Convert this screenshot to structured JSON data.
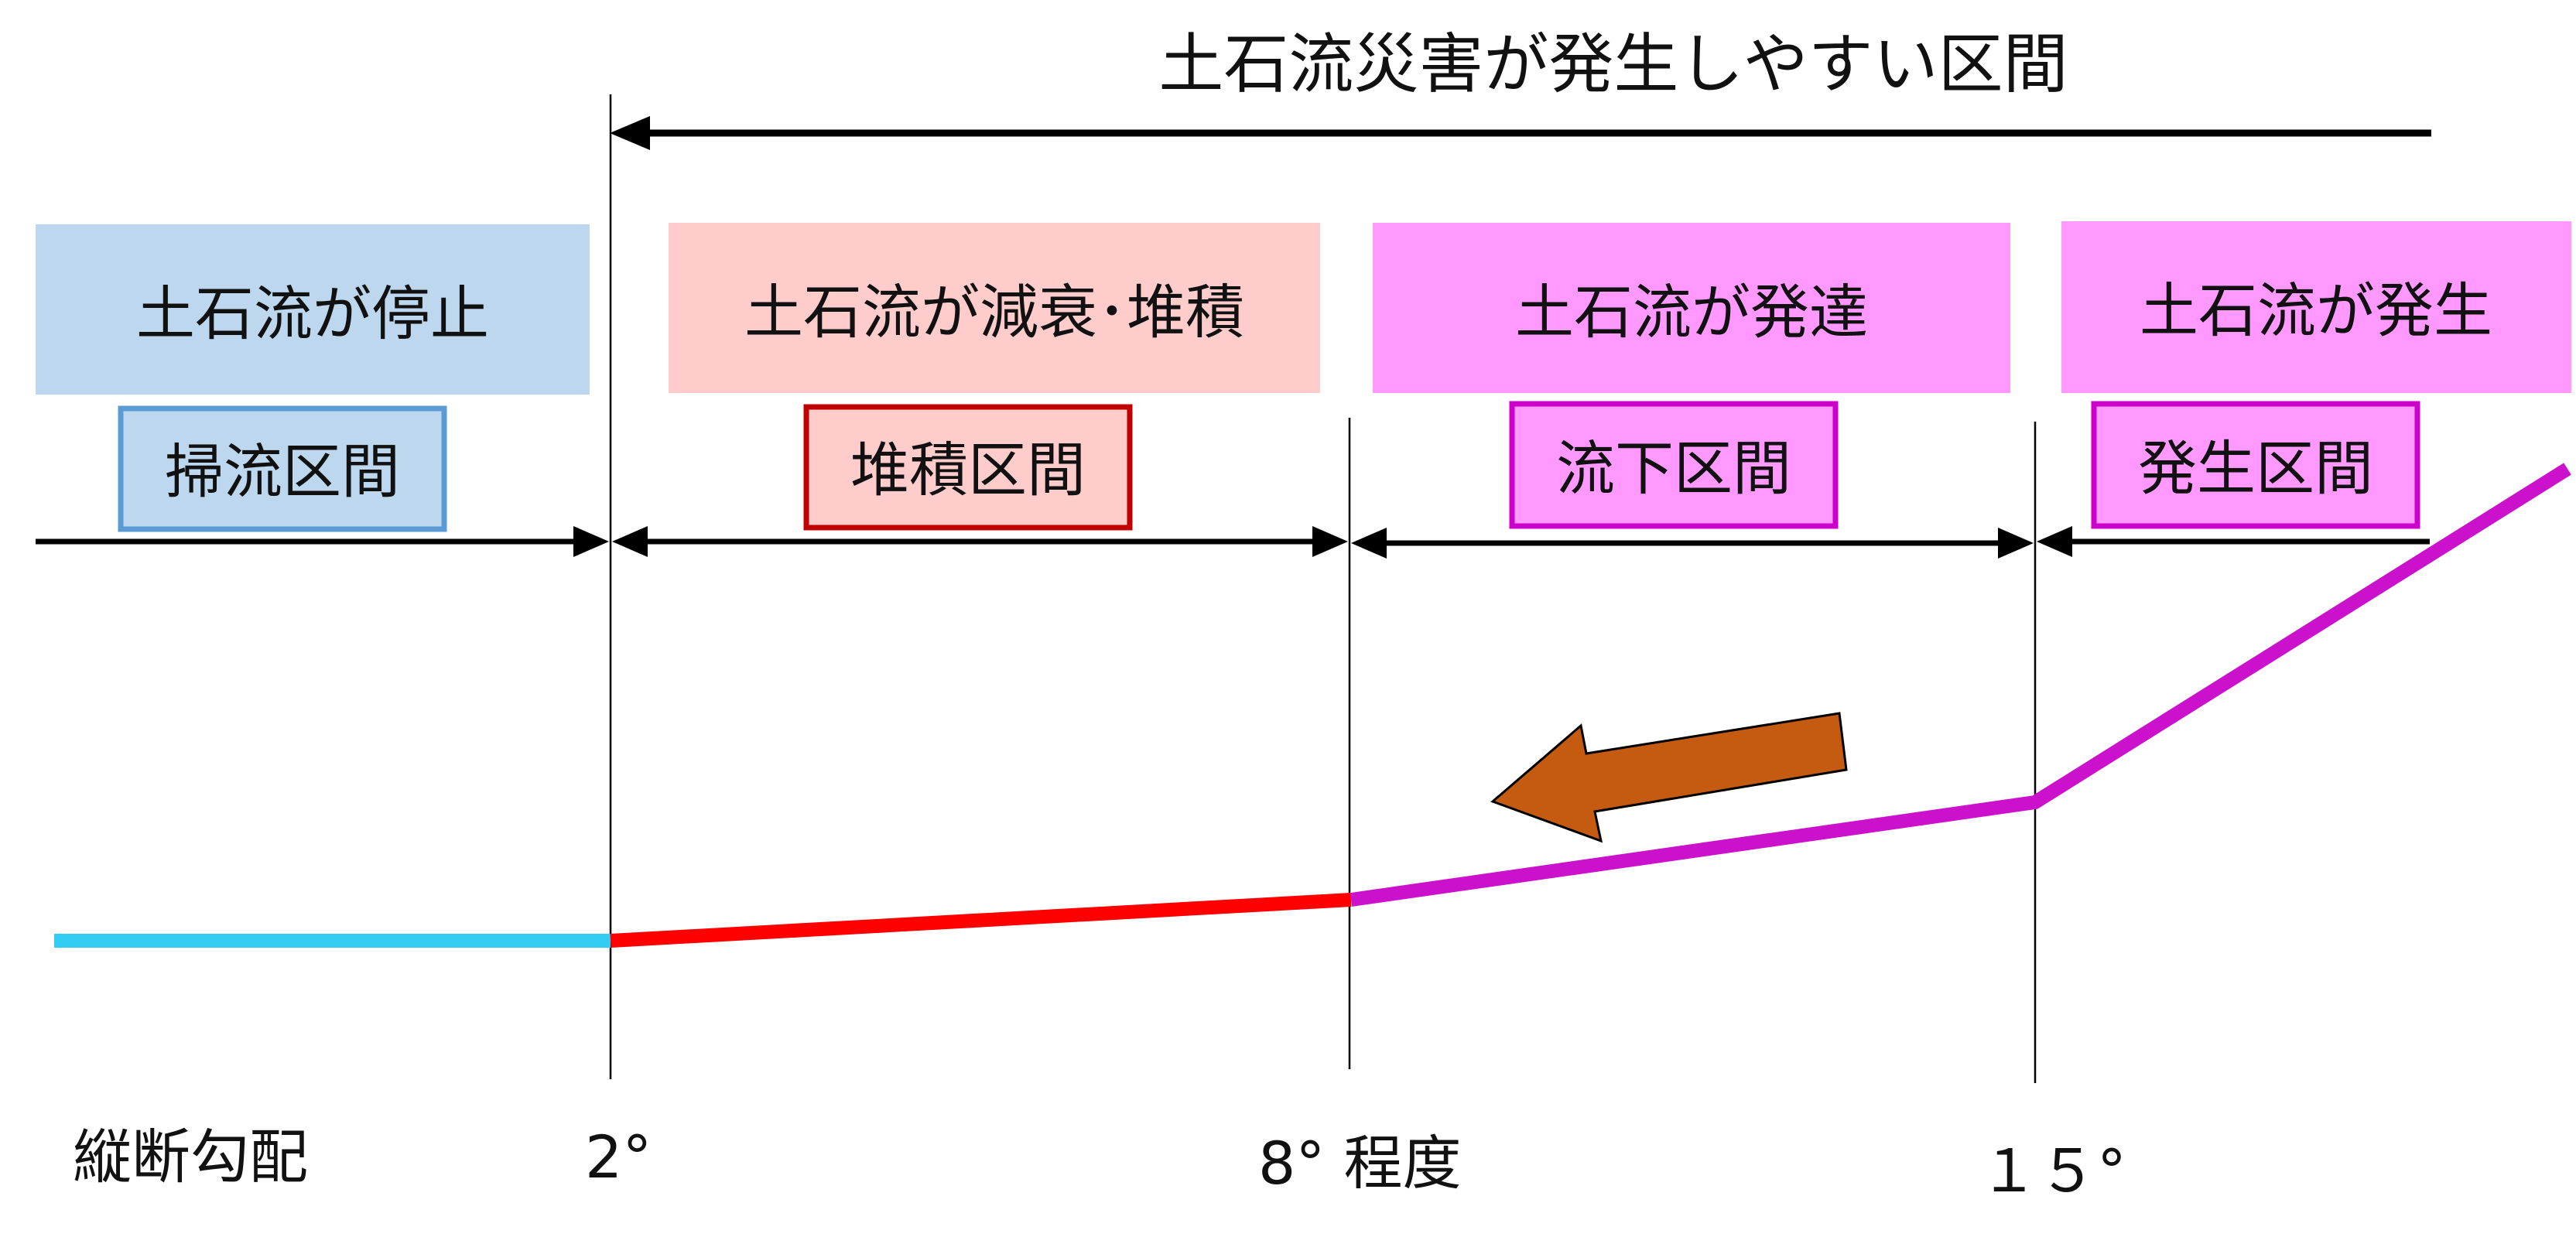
{
  "title": "土石流災害が発生しやすい区間",
  "stages": [
    {
      "description": "土石流が停止",
      "section": "掃流区間",
      "fill": "#bdd7ee",
      "border": "#5b9bd5"
    },
    {
      "description": "土石流が減衰･堆積",
      "section": "堆積区間",
      "fill": "#ffcccc",
      "border": "#c00000"
    },
    {
      "description": "土石流が発達",
      "section": "流下区間",
      "fill": "#ff99ff",
      "border": "#cc00cc"
    },
    {
      "description": "土石流が発生",
      "section": "発生区間",
      "fill": "#ff99ff",
      "border": "#cc00cc"
    }
  ],
  "gradient_axis": {
    "label": "縦断勾配",
    "ticks": [
      "2°",
      "8° 程度",
      "１５°"
    ]
  },
  "profile_colors": {
    "flat": "#33ccf2",
    "deposition": "#ff0000",
    "flow": "#cc11cc",
    "arrow": "#c55a11"
  }
}
